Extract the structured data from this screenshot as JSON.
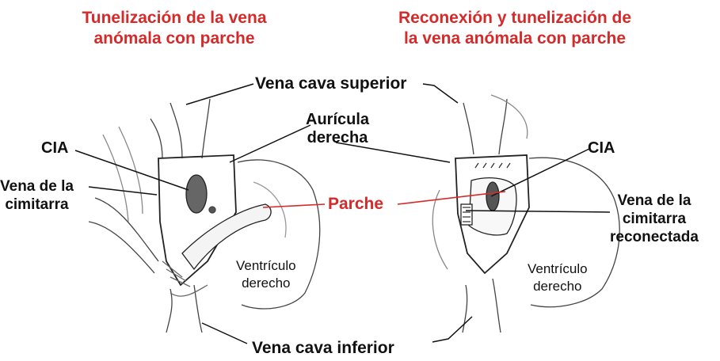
{
  "titles": {
    "left": [
      "Tunelización de la vena",
      "anómala con parche"
    ],
    "right": [
      "Reconexión y tunelización de",
      "la vena anómala con parche"
    ]
  },
  "labels": {
    "vena_cava_superior": "Vena cava superior",
    "auricula_derecha": [
      "Aurícula",
      "derecha"
    ],
    "cia_left": "CIA",
    "cia_right": "CIA",
    "vena_cimitarra": [
      "Vena de la",
      "cimitarra"
    ],
    "parche": "Parche",
    "vena_cimitarra_reconectada": [
      "Vena de la",
      "cimitarra",
      "reconectada"
    ],
    "ventriculo_left": [
      "Ventrículo",
      "derecho"
    ],
    "ventriculo_right": [
      "Ventrículo",
      "derecho"
    ],
    "vena_cava_inferior": "Vena cava inferior"
  },
  "colors": {
    "title": "#d42a2a",
    "parche": "#d42a2a",
    "ink": "#111111",
    "sketch": "#555555"
  }
}
